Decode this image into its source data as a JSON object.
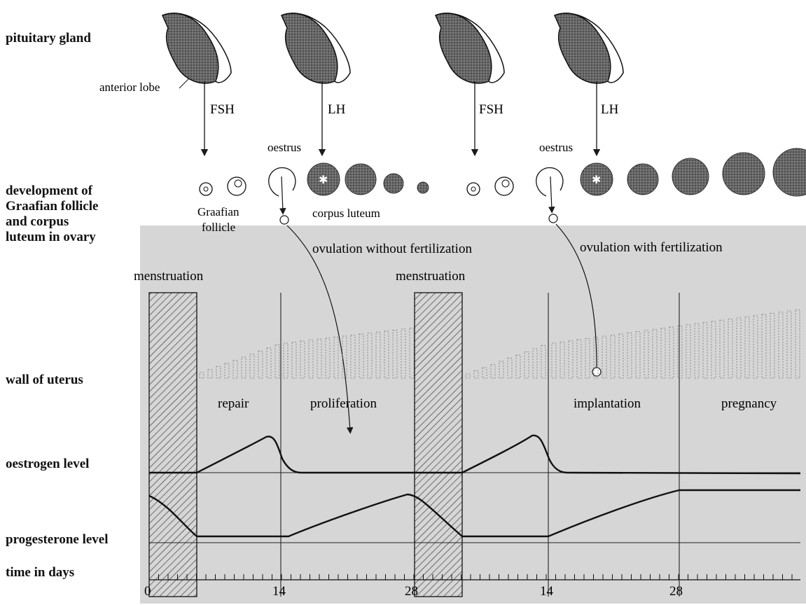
{
  "row_labels": {
    "pituitary": "pituitary gland",
    "ovary": [
      "development of",
      "Graafian follicle",
      "and corpus",
      "luteum in ovary"
    ],
    "uterus": "wall of uterus",
    "oestrogen": "oestrogen level",
    "progesterone": "progesterone level",
    "time": "time in days"
  },
  "pituitary": {
    "anterior_lobe_label": "anterior lobe",
    "hormones": [
      "FSH",
      "LH",
      "FSH",
      "LH"
    ]
  },
  "ovary": {
    "oestrus_labels": [
      "oestrus",
      "oestrus"
    ],
    "graafian_label": [
      "Graafian",
      "follicle"
    ],
    "corpus_label": "corpus luteum"
  },
  "events": {
    "ovulation_no_fert": "ovulation without fertilization",
    "ovulation_fert": "ovulation with fertilization",
    "menstruation": [
      "menstruation",
      "menstruation"
    ]
  },
  "phases": [
    "repair",
    "proliferation",
    "implantation",
    "pregnancy"
  ],
  "time_axis": {
    "ticks": [
      "0",
      "14",
      "28",
      "14",
      "28"
    ]
  },
  "colors": {
    "panel": "#d6d6d6",
    "ink": "#1a1a1a",
    "gland": "#3a3a3a",
    "follicle": "#5a5a5a"
  }
}
